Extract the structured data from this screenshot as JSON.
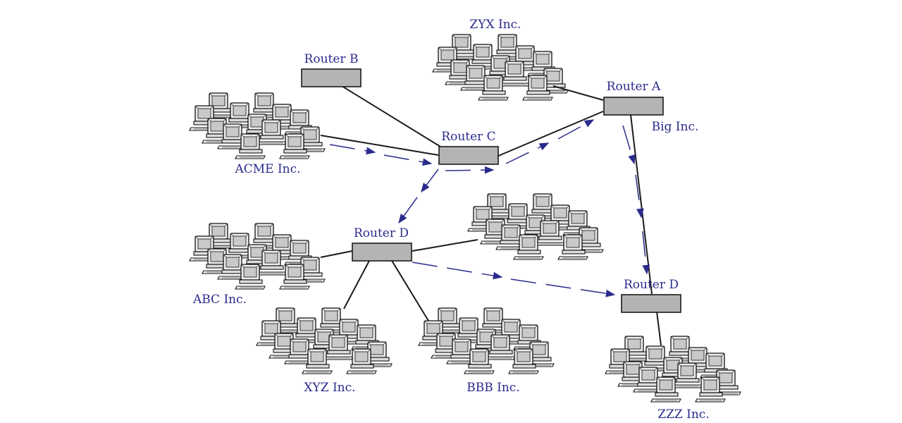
{
  "routers": {
    "router_b": "Router B",
    "router_c": "Router C",
    "router_a": "Router A",
    "router_d_left": "Router D",
    "router_d_right": "Router D"
  },
  "networks": {
    "zyx": "ZYX Inc.",
    "acme": "ACME Inc.",
    "big": "Big Inc.",
    "abc": "ABC Inc.",
    "xyz": "XYZ Inc.",
    "bbb": "BBB Inc.",
    "zzz": "ZZZ Inc."
  },
  "colors": {
    "label": "#2b2b8c",
    "router_fill": "#b4b4b4",
    "link": "#1a1a1a",
    "flow_arrow": "#2b2b8c"
  }
}
